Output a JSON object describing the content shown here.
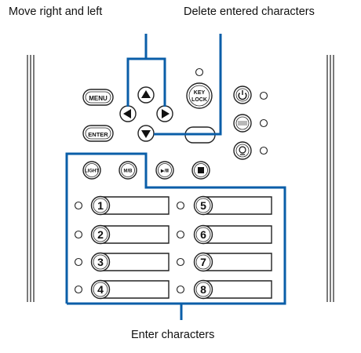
{
  "callouts": {
    "move": "Move right and left",
    "delete": "Delete entered characters",
    "enter": "Enter characters"
  },
  "buttons": {
    "menu": "MENU",
    "enter": "ENTER",
    "key_lock_line1": "KEY",
    "key_lock_line2": "LOCK",
    "light": "LIGHT",
    "mb": "M/B",
    "play_pause": "▶/Ⅱ",
    "power_icon": "power-icon",
    "stop_icon": "stop-icon",
    "shutter_icon": "shutter-icon"
  },
  "memory_slots": [
    "1",
    "2",
    "3",
    "4",
    "5",
    "6",
    "7",
    "8"
  ],
  "colors": {
    "callout_blue": "#0a5ea8",
    "outline": "#222222"
  }
}
